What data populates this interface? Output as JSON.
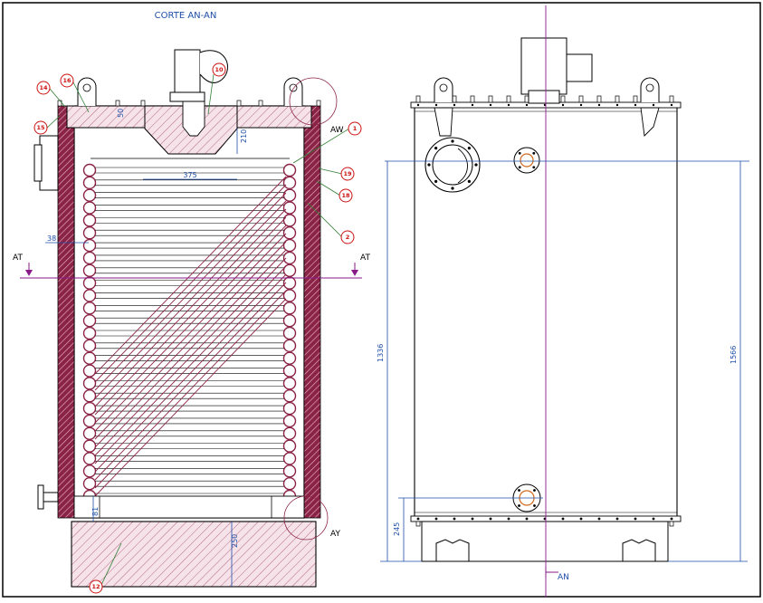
{
  "title": "CORTE AN-AN",
  "section_markers": {
    "at_left": "AT",
    "at_right": "AT",
    "an": "AN",
    "aw": "AW",
    "ay": "AY"
  },
  "callouts": [
    "1",
    "2",
    "10",
    "12",
    "14",
    "15",
    "16",
    "18",
    "19"
  ],
  "dimensions": {
    "d375": "375",
    "d210": "210",
    "d38": "38",
    "d81": "81",
    "d250": "250",
    "d50": "50",
    "d1336": "1336",
    "d1566": "1566",
    "d245": "245"
  },
  "colors": {
    "insulation": "#8b2346",
    "hatch_light": "#f0d7df",
    "dimension": "#1f4fa8",
    "callout": "#cc1111",
    "leader": "#2e7d32",
    "axis": "#8a1a8a"
  }
}
